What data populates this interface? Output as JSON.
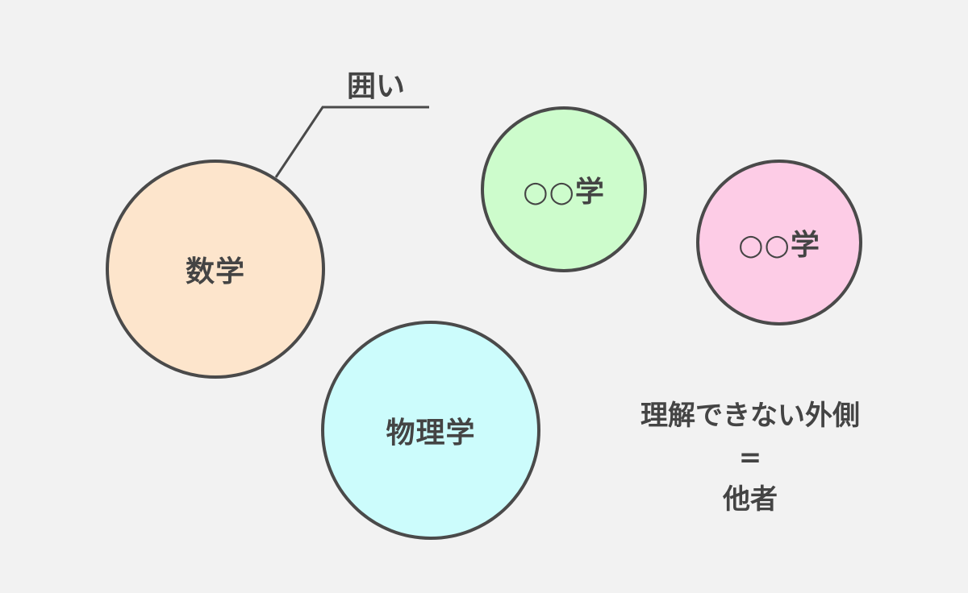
{
  "colors": {
    "background": "#f2f2f2",
    "stroke": "#4a4a4a",
    "text": "#444444",
    "math_fill": "#fde5cc",
    "physics_fill": "#ccfcfc",
    "green_fill": "#cdfccc",
    "pink_fill": "#fdcce6"
  },
  "callout": {
    "label": "囲い"
  },
  "circles": {
    "math": {
      "label": "数学"
    },
    "physics": {
      "label": "物理学"
    },
    "green": {
      "placeholder": "○○",
      "suffix": "学"
    },
    "pink": {
      "placeholder": "○○",
      "suffix": "学"
    }
  },
  "caption": {
    "line1": "理解できない外側",
    "line2": "=",
    "line3": "他者"
  }
}
